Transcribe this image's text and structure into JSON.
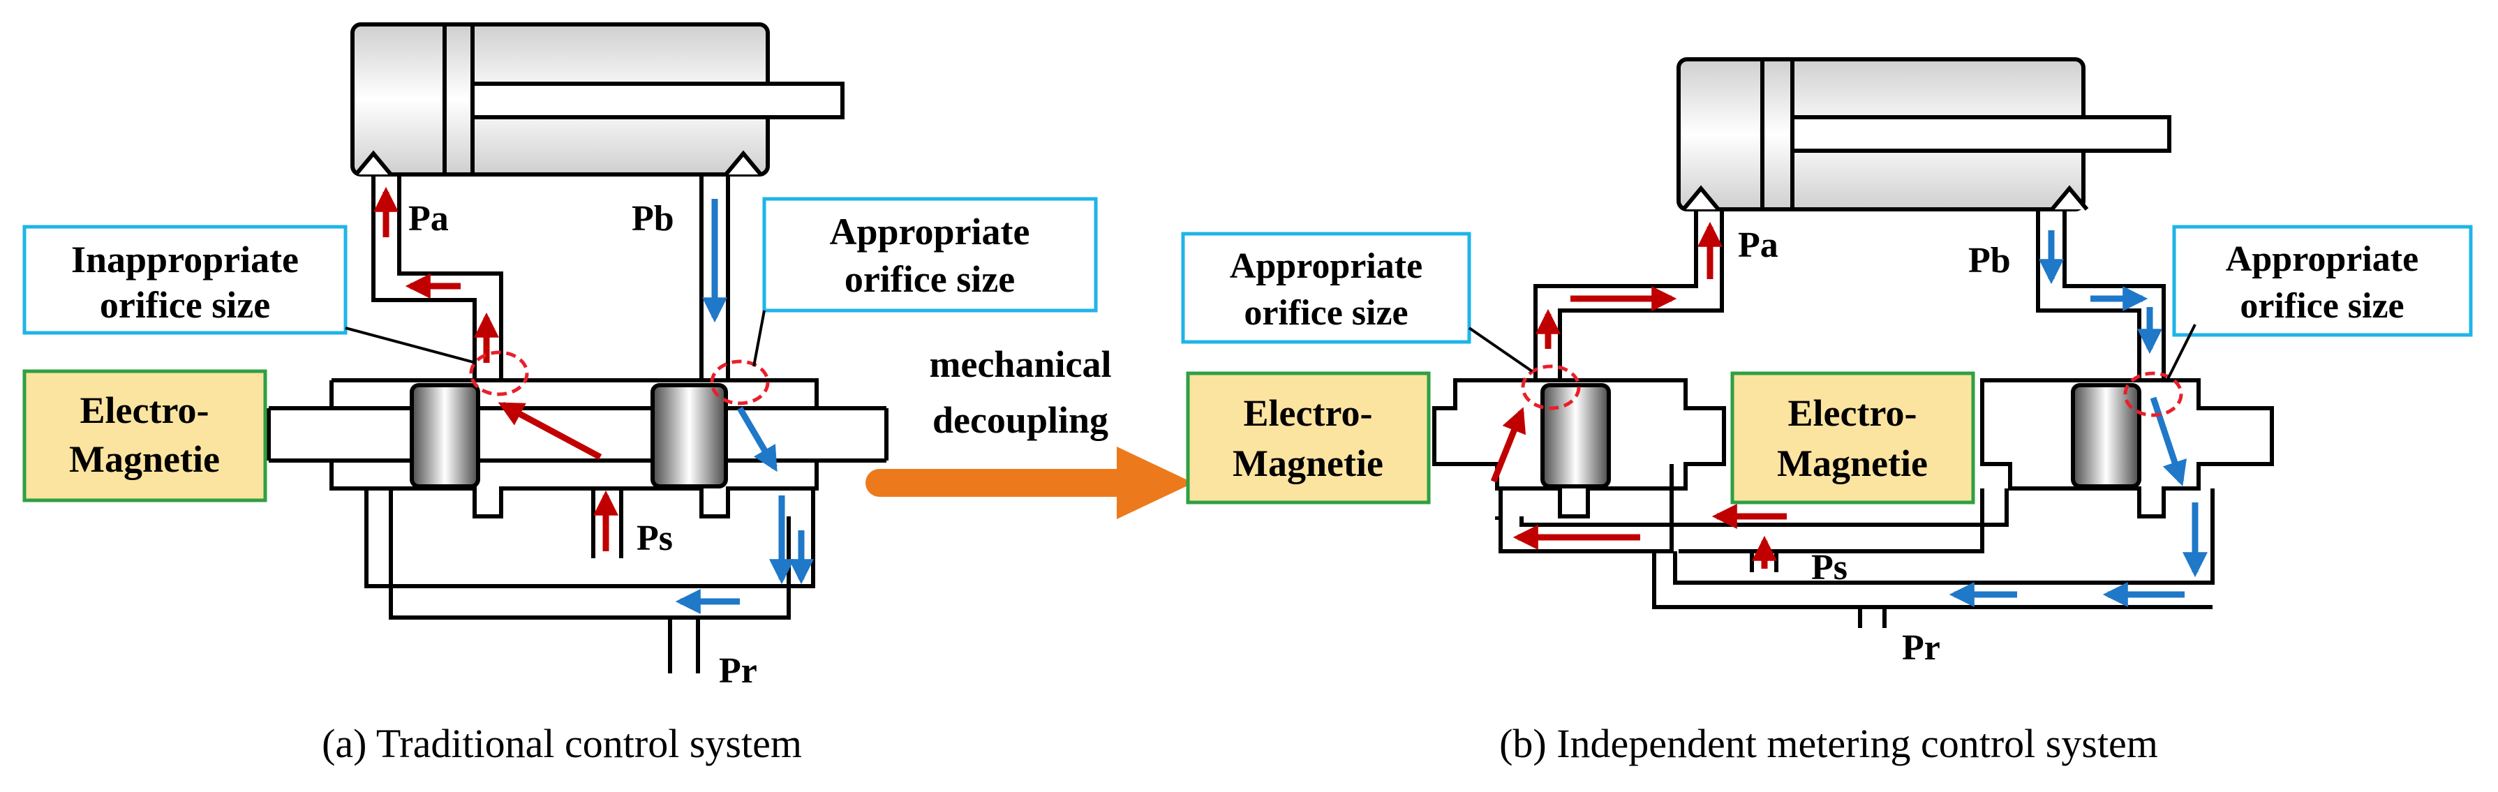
{
  "left": {
    "ports": {
      "pa": "Pa",
      "pb": "Pb",
      "ps": "Ps",
      "pr": "Pr"
    },
    "callout_inappropriate": [
      "Inappropriate",
      "orifice size"
    ],
    "callout_appropriate": [
      "Appropriate",
      "orifice size"
    ],
    "solenoid": [
      "Electro-",
      "Magnetie"
    ],
    "caption": "(a) Traditional control system"
  },
  "middle": {
    "label": [
      "mechanical",
      "decoupling"
    ]
  },
  "right": {
    "ports": {
      "pa": "Pa",
      "pb": "Pb",
      "ps": "Ps",
      "pr": "Pr"
    },
    "callout_left": [
      "Appropriate",
      "orifice size"
    ],
    "callout_right": [
      "Appropriate",
      "orifice size"
    ],
    "solenoid_left": [
      "Electro-",
      "Magnetie"
    ],
    "solenoid_right": [
      "Electro-",
      "Magnetie"
    ],
    "caption": "(b) Independent metering control system"
  },
  "colors": {
    "line": "#000000",
    "flow_supply": "#c00000",
    "flow_return": "#1f78c8",
    "orifice_marker": "#e8202a",
    "callout_border": "#1fb4e8",
    "solenoid_fill": "#fbe3a0",
    "solenoid_border": "#2ea043",
    "decoupling_arrow": "#ec7a1c"
  }
}
